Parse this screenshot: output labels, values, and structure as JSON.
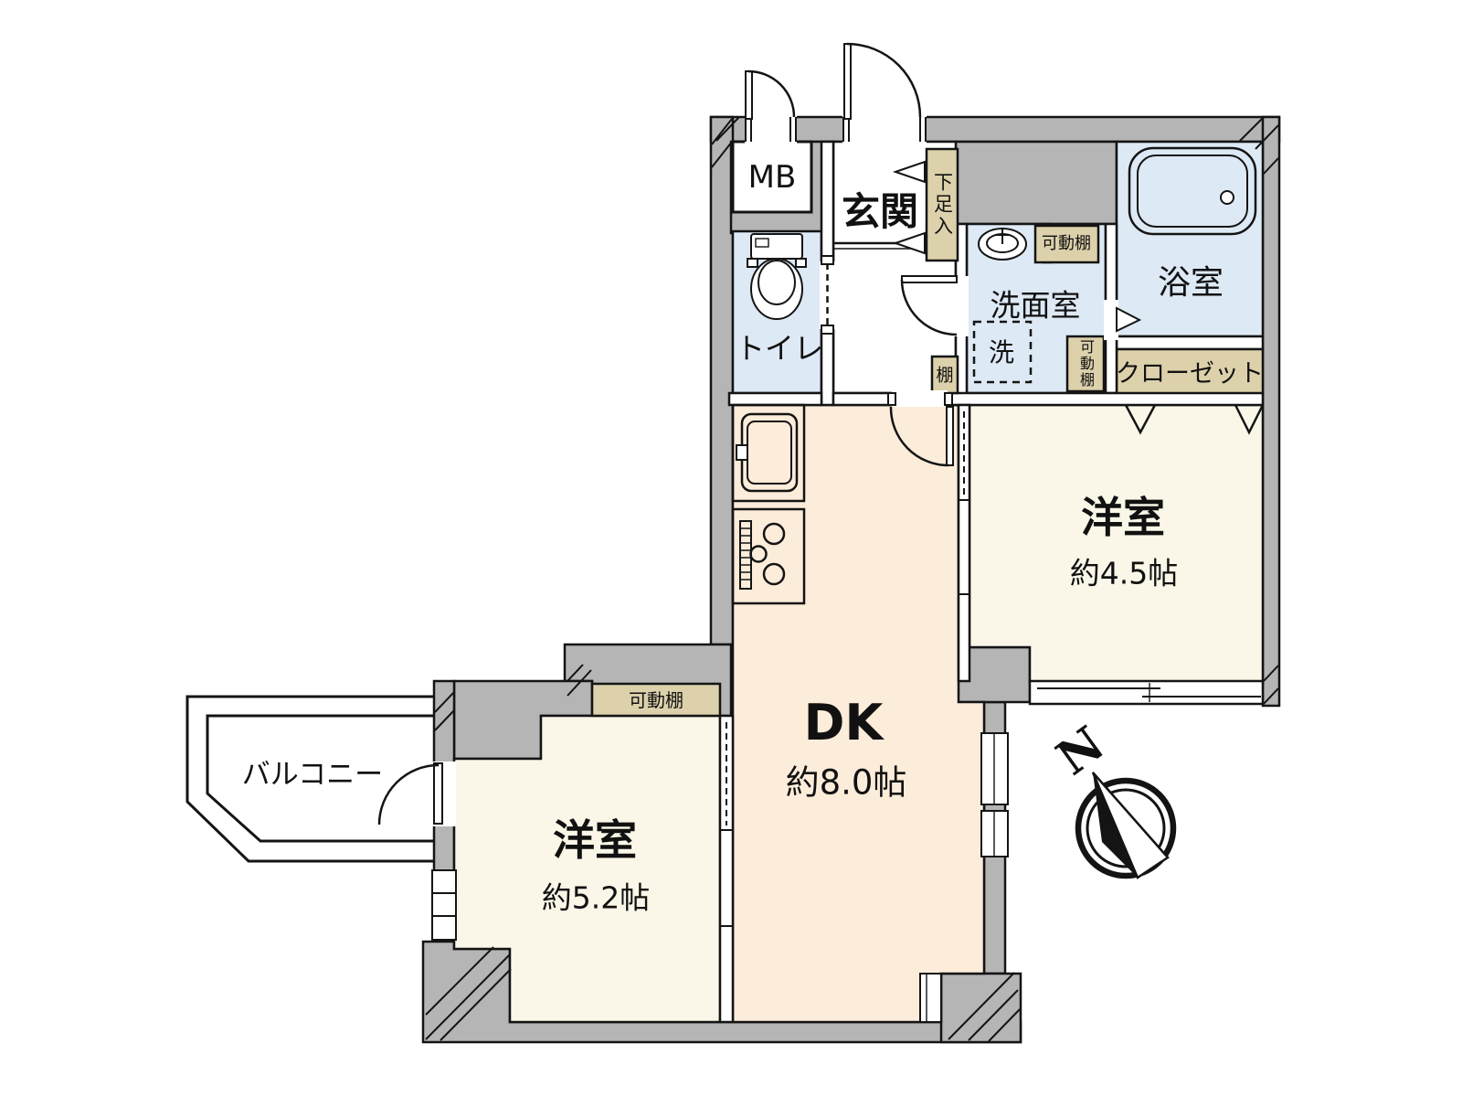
{
  "colors": {
    "wall": "#b5b5b5",
    "line": "#141414",
    "cream": "#faf7e8",
    "peach": "#fcecda",
    "blue": "#dde9f5",
    "beige": "#dcd1ab"
  },
  "compass": {
    "north_label": "N"
  },
  "rooms": {
    "meter_box": {
      "label": "MB"
    },
    "entrance": {
      "label": "玄関",
      "shoe_cabinet": "下足入"
    },
    "hall": {
      "shelf": "棚"
    },
    "toilet": {
      "label": "トイレ"
    },
    "washroom": {
      "label": "洗面室",
      "washing_machine": "洗",
      "movable_shelf_top": "可動棚",
      "movable_shelf_right": "可動棚"
    },
    "bathroom": {
      "label": "浴室"
    },
    "closet": {
      "label": "クローゼット"
    },
    "western_room_east": {
      "label": "洋室",
      "size": "約4.5帖"
    },
    "dining_kitchen": {
      "label": "DK",
      "size": "約8.0帖"
    },
    "western_room_west": {
      "label": "洋室",
      "size": "約5.2帖",
      "movable_shelf": "可動棚"
    },
    "balcony": {
      "label": "バルコニー"
    }
  }
}
